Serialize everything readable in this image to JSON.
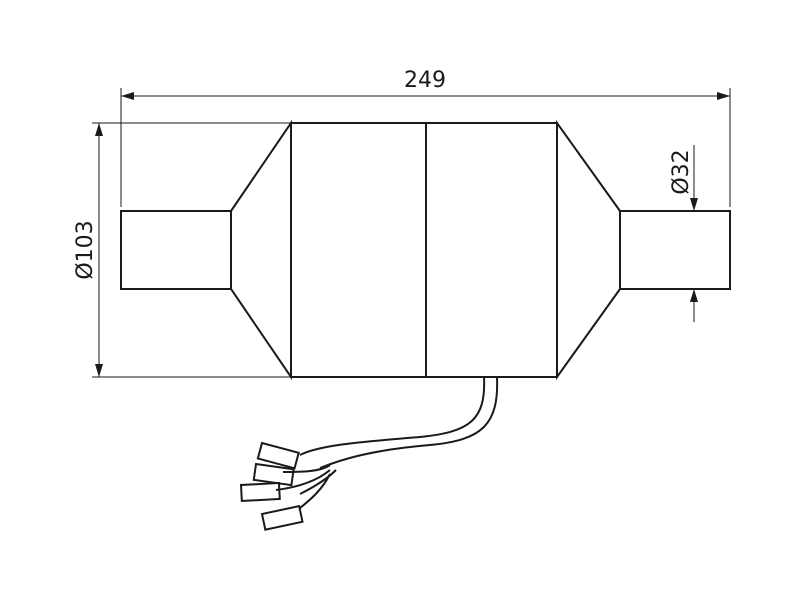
{
  "dimensions": {
    "overall_length": "249",
    "outer_diameter": "Ø103",
    "pipe_diameter": "Ø32"
  },
  "colors": {
    "line": "#1a1a1a",
    "background": "#ffffff"
  }
}
